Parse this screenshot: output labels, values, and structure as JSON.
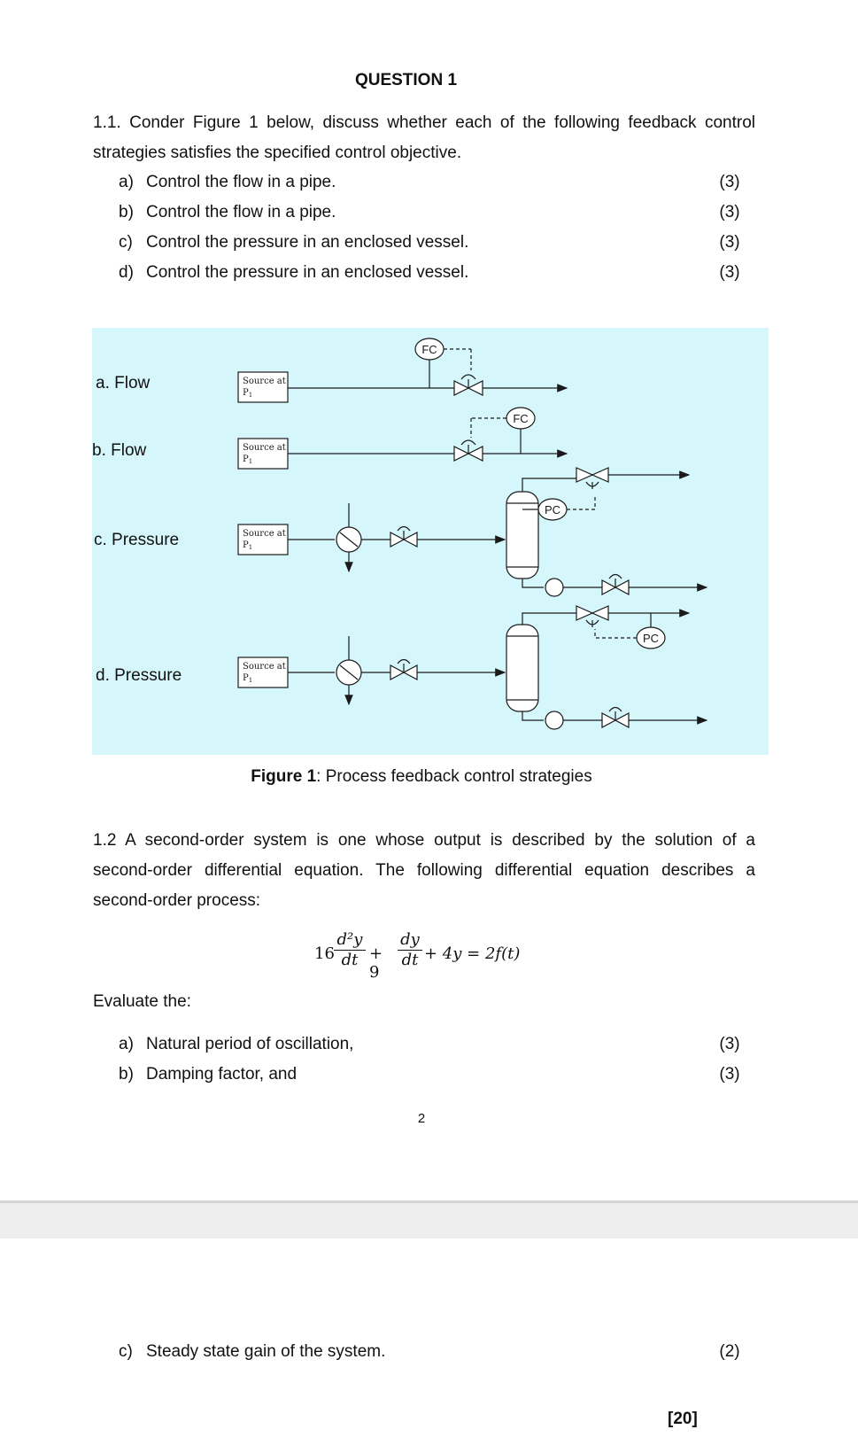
{
  "question_title": "QUESTION 1",
  "q1_1": {
    "intro_line1": "1.1. Conder Figure 1 below, discuss whether each of the following feedback control",
    "intro_line2": "strategies satisfies the specified control objective.",
    "items": [
      {
        "label": "a)",
        "text": "Control the flow in a pipe.",
        "marks": "(3)"
      },
      {
        "label": "b)",
        "text": "Control the flow in a pipe.",
        "marks": "(3)"
      },
      {
        "label": "c)",
        "text": "Control the pressure in an enclosed vessel.",
        "marks": "(3)"
      },
      {
        "label": "d)",
        "text": "Control the pressure in an enclosed vessel.",
        "marks": "(3)"
      }
    ]
  },
  "figure": {
    "row_labels": [
      "a. Flow",
      "b. Flow",
      "c. Pressure",
      "d. Pressure"
    ],
    "source_line1": "Source at",
    "source_line2": "P",
    "source_sub": "1",
    "controllers": [
      "FC",
      "FC",
      "PC",
      "PC"
    ],
    "colors": {
      "background": "#d5f6fb",
      "line": "#1a1a1a"
    },
    "caption_bold": "Figure 1",
    "caption_rest": ": Process feedback control strategies"
  },
  "q1_2": {
    "line1": "1.2 A second-order system is one whose output is described by the solution of a",
    "line2": "second-order differential equation. The following differential equation describes a",
    "line3": "second-order process:",
    "equation": {
      "c1": "16",
      "num1": "d²y",
      "den1": "dt",
      "plus1": "+ 9",
      "num2": "dy",
      "den2": "dt",
      "rest": "+ 4y = 2f(t)"
    },
    "evaluate": "Evaluate the:",
    "items": [
      {
        "label": "a)",
        "text": "Natural period of oscillation,",
        "marks": "(3)"
      },
      {
        "label": "b)",
        "text": "Damping factor, and",
        "marks": "(3)"
      }
    ]
  },
  "page_number": "2",
  "page2": {
    "item_c": {
      "label": "c)",
      "text": "Steady state gain of the system.",
      "marks": "(2)"
    },
    "total": "[20]"
  }
}
